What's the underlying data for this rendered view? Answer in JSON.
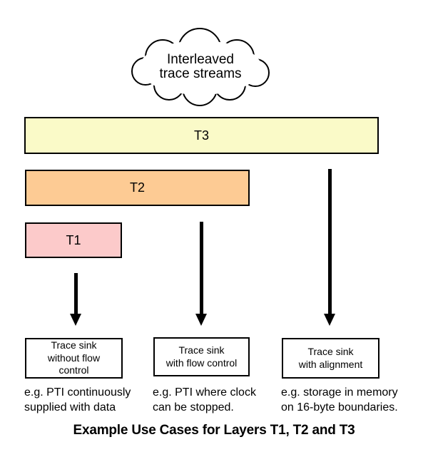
{
  "diagram": {
    "cloud": {
      "icon": "cloud-outline-shape",
      "lines": [
        "Interleaved",
        "trace streams"
      ]
    },
    "layers": [
      {
        "label": "T3",
        "fill": "#FAFAC8"
      },
      {
        "label": "T2",
        "fill": "#FDCB94"
      },
      {
        "label": "T1",
        "fill": "#FCCACA"
      }
    ],
    "arrows": [
      {
        "from": "T1"
      },
      {
        "from": "T2"
      },
      {
        "from": "T3"
      }
    ],
    "sinks": [
      {
        "box_lines": [
          "Trace sink",
          "without flow",
          "control"
        ],
        "caption_lines": [
          "e.g. PTI continuously",
          "supplied with data"
        ]
      },
      {
        "box_lines": [
          "Trace sink",
          "with flow control"
        ],
        "caption_lines": [
          "e.g. PTI where clock",
          "can be stopped."
        ]
      },
      {
        "box_lines": [
          "Trace sink",
          "with alignment"
        ],
        "caption_lines": [
          "e.g. storage in memory",
          "on 16-byte boundaries."
        ]
      }
    ],
    "title": "Example Use Cases for Layers T1, T2 and T3",
    "colors": {
      "outline": "#000000",
      "arrow": "#000000",
      "background": "#FFFFFF",
      "box_fill": "#FFFFFF"
    }
  }
}
